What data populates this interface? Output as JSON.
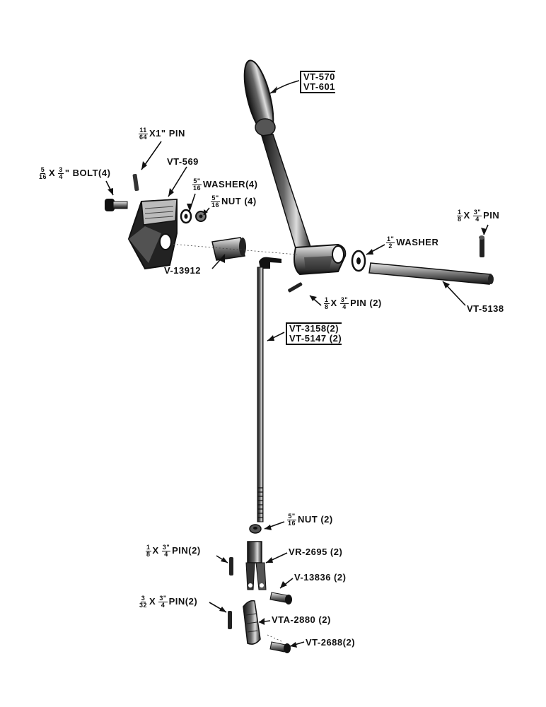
{
  "labels": {
    "vt570": "VT-570",
    "vt601": "VT-601",
    "pin_11_64_num": "11",
    "pin_11_64_den": "64",
    "pin_11_64_text": "X1\" PIN",
    "vt569": "VT-569",
    "bolt_num": "5",
    "bolt_den": "16",
    "bolt_mid": "X",
    "bolt_num2": "3",
    "bolt_den2": "4",
    "bolt_text": "\" BOLT(4)",
    "washer4_num": "5\"",
    "washer4_den": "16",
    "washer4_text": "WASHER(4)",
    "nut4_num": "5\"",
    "nut4_den": "16",
    "nut4_text": "NUT (4)",
    "pin_right_num": "1",
    "pin_right_den": "8",
    "pin_right_mid": "X",
    "pin_right_num2": "3\"",
    "pin_right_den2": "4",
    "pin_right_text": "PIN",
    "washer_half_num": "1\"",
    "washer_half_den": "2",
    "washer_half_text": "WASHER",
    "v13912": "V-13912",
    "pin2_num": "1",
    "pin2_den": "8",
    "pin2_mid": "X",
    "pin2_num2": "3\"",
    "pin2_den2": "4",
    "pin2_text": "PIN (2)",
    "vt5138": "VT-5138",
    "vt3158": "VT-3158(2)",
    "vt5147": "VT-5147 (2)",
    "nut2_num": "5\"",
    "nut2_den": "16",
    "nut2_text": "NUT (2)",
    "pin_left_num": "1",
    "pin_left_den": "8",
    "pin_left_mid": "X",
    "pin_left_num2": "3\"",
    "pin_left_den2": "4",
    "pin_left_text": "PIN(2)",
    "vr2695": "VR-2695 (2)",
    "v13836": "V-13836 (2)",
    "pin332_num": "3",
    "pin332_den": "32",
    "pin332_mid": "X",
    "pin332_num2": "3\"",
    "pin332_den2": "4",
    "pin332_text": "PIN(2)",
    "vta2880": "VTA-2880 (2)",
    "vt2688": "VT-2688(2)"
  }
}
